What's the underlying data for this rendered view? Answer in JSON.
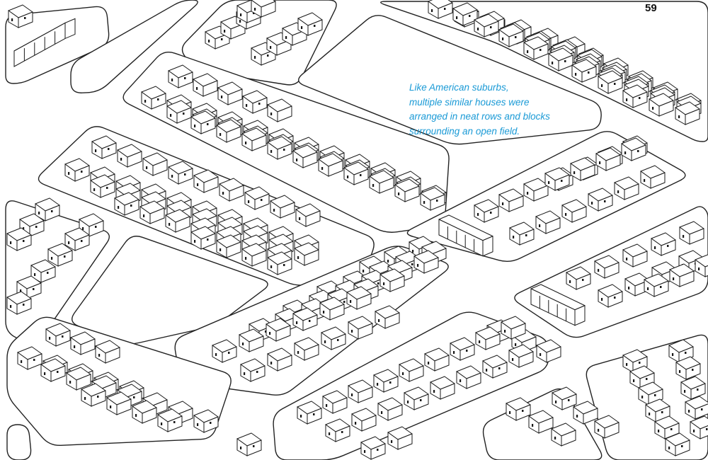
{
  "page": {
    "number": "59",
    "caption_lines": [
      "Like American suburbs,",
      "multiple similar houses were",
      "arranged in neat rows and blocks",
      "surrounding an open field."
    ],
    "caption_color": "#1a9ad6"
  },
  "illustration": {
    "subject": "house-icon",
    "line_color": "#222222",
    "background_color": "#ffffff"
  }
}
